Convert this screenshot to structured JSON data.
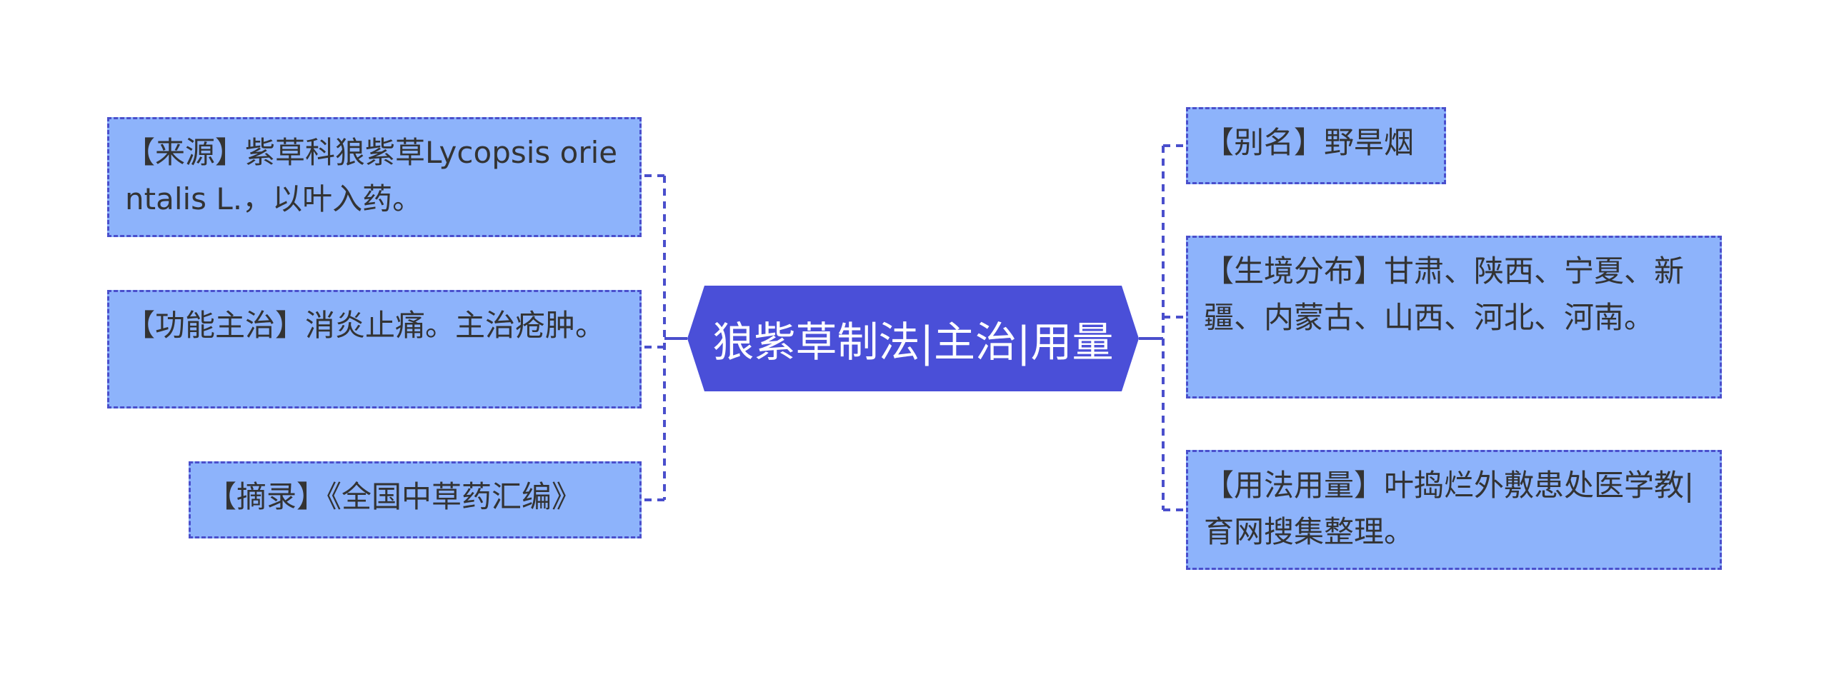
{
  "central_topic": {
    "label": "狼紫草制法|主治|用量",
    "fill_color": "#4a4fd8"
  },
  "branches_left": [
    {
      "id": "source",
      "text": "【来源】紫草科狼紫草Lycopsis orientalis L.，以叶入药。"
    },
    {
      "id": "function",
      "text": "【功能主治】消炎止痛。主治疮肿。"
    },
    {
      "id": "excerpt",
      "text": "【摘录】《全国中草药汇编》"
    }
  ],
  "branches_right": [
    {
      "id": "alias",
      "text": "【别名】野旱烟"
    },
    {
      "id": "habitat",
      "text": "【生境分布】甘肃、陕西、宁夏、新疆、内蒙古、山西、河北、河南。"
    },
    {
      "id": "usage",
      "text": "【用法用量】叶捣烂外敷患处医学教|育网搜集整理。"
    }
  ],
  "colors": {
    "node_fill": "#8db3fb",
    "node_border": "#4a4fcc",
    "connector": "#4a4fcc",
    "node_text": "#333333",
    "central_text": "#ffffff"
  }
}
